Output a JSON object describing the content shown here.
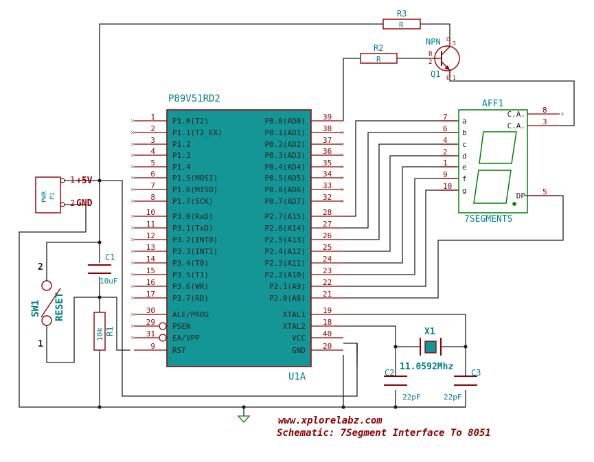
{
  "colors": {
    "wire": "#1f1f1f",
    "part": "#8b0000",
    "chip_fill": "#149696",
    "chip_border": "#8b0000",
    "ref": "#008080",
    "pin_number": "#8b0000",
    "note": "#8b0000",
    "display": "#008000"
  },
  "mcu": {
    "name": "P89V51RD2",
    "ref": "U1A",
    "left_pins": [
      {
        "num": "1",
        "name": "P1.0(T2)"
      },
      {
        "num": "2",
        "name": "P1.1(T2_EX)"
      },
      {
        "num": "3",
        "name": "P1.2"
      },
      {
        "num": "4",
        "name": "P1.3"
      },
      {
        "num": "5",
        "name": "P1.4"
      },
      {
        "num": "6",
        "name": "P1.5(MOSI)"
      },
      {
        "num": "7",
        "name": "P1.6(MISO)"
      },
      {
        "num": "8",
        "name": "P1.7(SCK)"
      },
      {
        "num": "10",
        "name": "P3.0(RxD)"
      },
      {
        "num": "11",
        "name": "P3.1(TxD)"
      },
      {
        "num": "12",
        "name": "P3.2(INT0)"
      },
      {
        "num": "13",
        "name": "P3.3(INT1)"
      },
      {
        "num": "14",
        "name": "P3.4(T0)"
      },
      {
        "num": "15",
        "name": "P3.5(T1)"
      },
      {
        "num": "16",
        "name": "P3.6(WR)"
      },
      {
        "num": "17",
        "name": "P3.7(RD)"
      },
      {
        "num": "30",
        "name": "ALE/PROG"
      },
      {
        "num": "29",
        "name": "PSEN"
      },
      {
        "num": "31",
        "name": "EA/VPP"
      },
      {
        "num": "9",
        "name": "RST"
      }
    ],
    "right_pins": [
      {
        "num": "39",
        "name": "P0.0(AD0)"
      },
      {
        "num": "38",
        "name": "P0.1(AD1)"
      },
      {
        "num": "37",
        "name": "P0.2(AD2)"
      },
      {
        "num": "36",
        "name": "P0.3(AD3)"
      },
      {
        "num": "35",
        "name": "P0.4(AD4)"
      },
      {
        "num": "34",
        "name": "P0.5(AD5)"
      },
      {
        "num": "33",
        "name": "P0.6(AD6)"
      },
      {
        "num": "32",
        "name": "P0.7(AD7)"
      },
      {
        "num": "28",
        "name": "P2.7(A15)"
      },
      {
        "num": "27",
        "name": "P2.6(A14)"
      },
      {
        "num": "26",
        "name": "P2.5(A13)"
      },
      {
        "num": "25",
        "name": "P2.4(A12)"
      },
      {
        "num": "24",
        "name": "P2.3(A11)"
      },
      {
        "num": "23",
        "name": "P2.2(A10)"
      },
      {
        "num": "22",
        "name": "P2.1(A9)"
      },
      {
        "num": "21",
        "name": "P2.0(A8)"
      },
      {
        "num": "19",
        "name": "XTAL1"
      },
      {
        "num": "18",
        "name": "XTAL2"
      },
      {
        "num": "40",
        "name": "VCC"
      },
      {
        "num": "20",
        "name": "GND"
      }
    ]
  },
  "display": {
    "ref": "AFF1",
    "value": "7SEGMENTS",
    "pins": [
      {
        "num": "7",
        "name": "a"
      },
      {
        "num": "6",
        "name": "b"
      },
      {
        "num": "4",
        "name": "c"
      },
      {
        "num": "2",
        "name": "d"
      },
      {
        "num": "1",
        "name": "e"
      },
      {
        "num": "9",
        "name": "f"
      },
      {
        "num": "10",
        "name": "g"
      }
    ],
    "ca_pins": [
      {
        "num": "8",
        "name": "C.A."
      },
      {
        "num": "3",
        "name": "C.A."
      }
    ],
    "dp_pin": {
      "num": "5",
      "name": "DP"
    }
  },
  "r3": {
    "ref": "R3",
    "value": "R"
  },
  "r2": {
    "ref": "R2",
    "value": "R"
  },
  "r1": {
    "ref": "R1",
    "value": "10k"
  },
  "q1": {
    "ref": "Q1",
    "value": "NPN",
    "pin_c": "C",
    "pin_b": "B",
    "pin_e": "E",
    "num_c": "3",
    "num_b": "2",
    "num_e": "1"
  },
  "p1": {
    "ref": "P1",
    "value": "PWR",
    "pin1": "1",
    "pin1_net": "+5V",
    "pin2": "2",
    "pin2_net": "GND"
  },
  "sw1": {
    "ref": "SW1",
    "value": "RESET",
    "pin1": "1",
    "pin2": "2"
  },
  "c1": {
    "ref": "C1",
    "value": "10uF"
  },
  "c2": {
    "ref": "C2",
    "value": "22pF"
  },
  "c3": {
    "ref": "C3",
    "value": "22pF"
  },
  "x1": {
    "ref": "X1",
    "value": "11.0592Mhz"
  },
  "notes": {
    "line1": "www.xplorelabz.com",
    "line2": "Schematic: 7Segment Interface To 8051"
  }
}
